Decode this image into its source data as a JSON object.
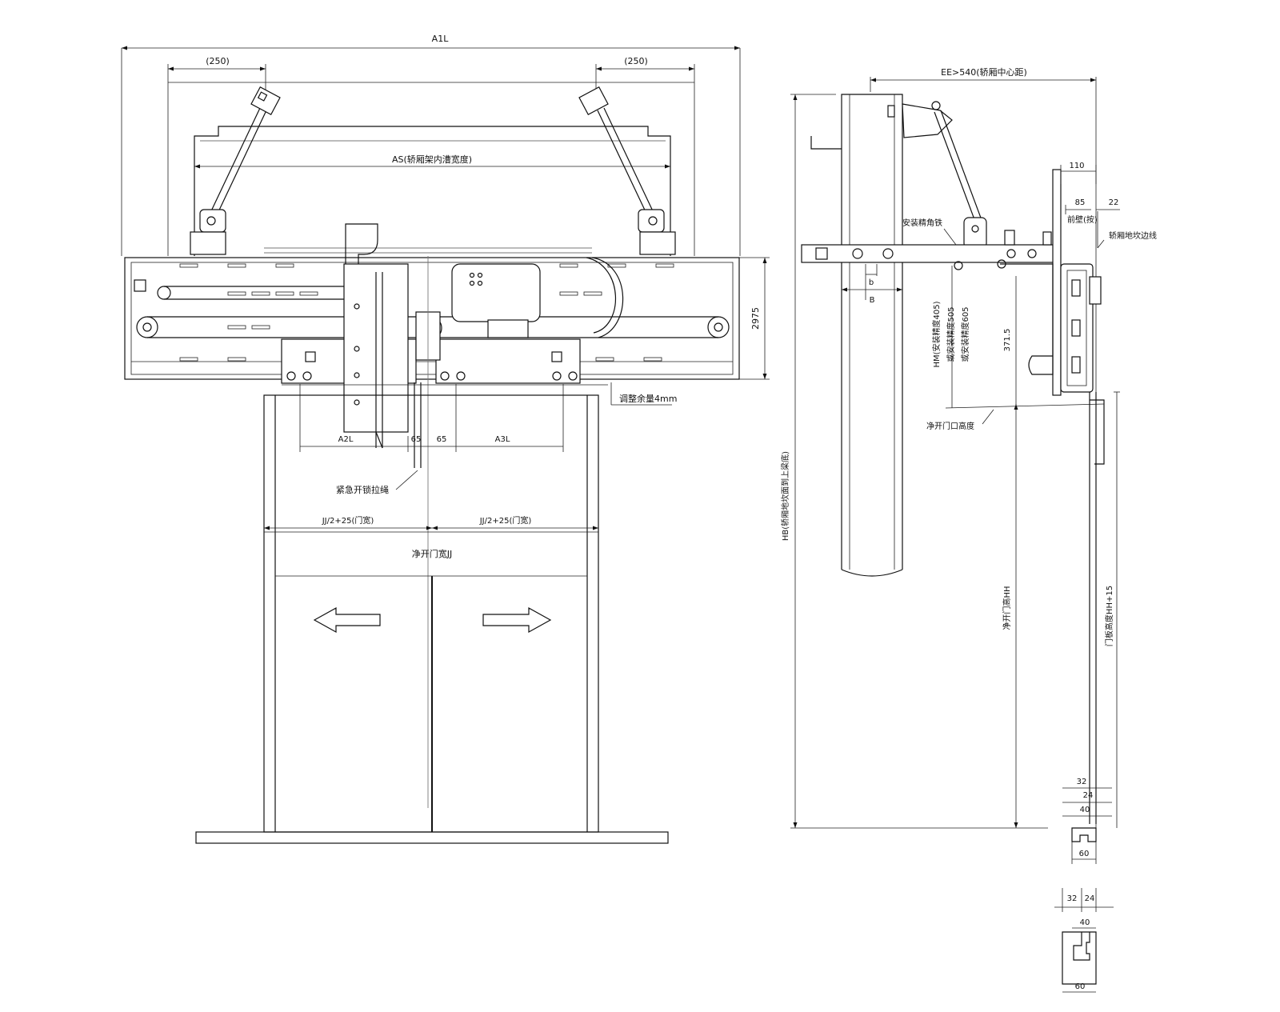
{
  "front_view": {
    "dims": {
      "overall_width": "A1L",
      "left_offset": "(250)",
      "right_offset": "(250)",
      "inner_width": "AS(轿厢架内漕宽度)",
      "height_2975": "2975",
      "adjust_margin": "调整余量4mm",
      "a2l": "A2L",
      "a3l": "A3L",
      "gap_left": "65",
      "gap_right": "65",
      "half_width_left": "JJ/2+25(门宽)",
      "half_width_right": "JJ/2+25(门宽)",
      "clear_width": "净开门宽JJ"
    },
    "labels": {
      "emergency_rope": "紧急开锁拉绳"
    }
  },
  "side_view": {
    "dims": {
      "ee": "EE>540(轿厢中心距)",
      "d110": "110",
      "d85": "85",
      "d22": "22",
      "b_small": "b",
      "b_large": "B",
      "d371": "371.5",
      "d32_a": "32",
      "d24_a": "24",
      "d40_a": "40",
      "d60_a": "60",
      "d32_b": "32",
      "d24_b": "24",
      "d40_b": "40",
      "d60_b": "60"
    },
    "labels": {
      "bracket": "安装精角铁",
      "sill_depth": "前壁(按)",
      "sill_line": "轿厢地坎边线",
      "hm1": "HM(安装精度405)",
      "hm2": "或安装精度505",
      "hm3": "或安装精度605",
      "clear_height_top": "净开门口高度",
      "hb": "HB(轿厢地坎面到上梁底)",
      "clear_height": "净开门高HH",
      "door_height": "门板高度HH+15"
    }
  }
}
